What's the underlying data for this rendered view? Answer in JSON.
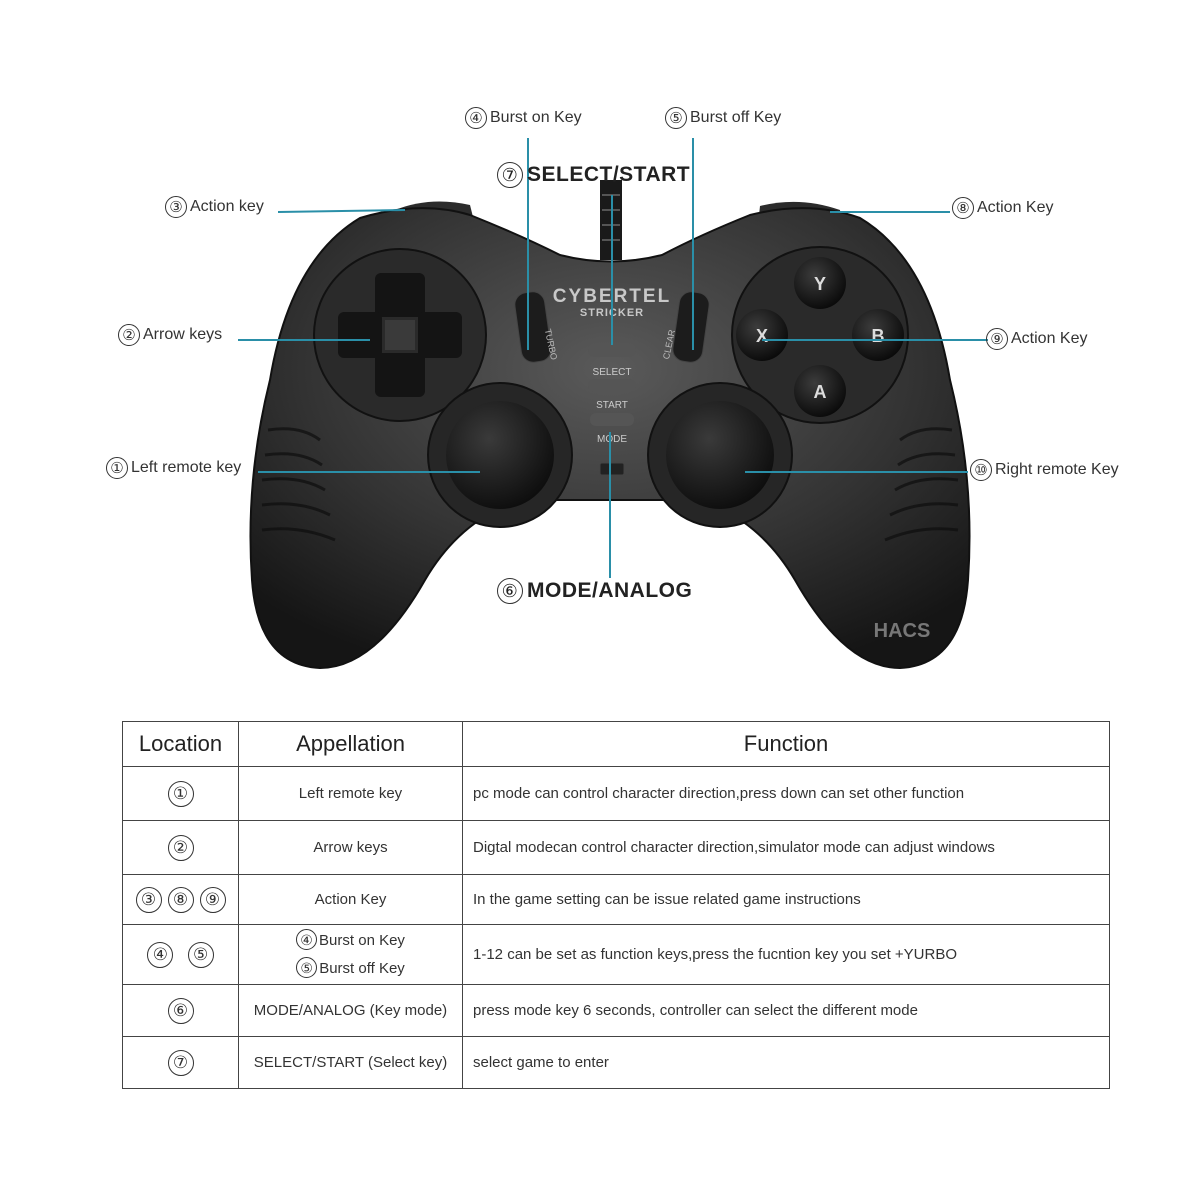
{
  "controller": {
    "brand": "CYBERTEL",
    "model": "STRICKER",
    "center_labels": {
      "select": "SELECT",
      "start": "START",
      "mode": "MODE"
    },
    "face_buttons": {
      "top": "Y",
      "left": "X",
      "right": "B",
      "bottom": "A"
    },
    "burst_labels": {
      "left": "TURBO",
      "right": "CLEAR"
    },
    "watermark": "HACS"
  },
  "callouts": [
    {
      "num": "④",
      "text": "Burst on Key"
    },
    {
      "num": "⑤",
      "text": "Burst off Key"
    },
    {
      "num": "⑦",
      "text": "SELECT/START"
    },
    {
      "num": "③",
      "text": "Action key"
    },
    {
      "num": "⑧",
      "text": "Action Key"
    },
    {
      "num": "②",
      "text": "Arrow keys"
    },
    {
      "num": "⑨",
      "text": "Action Key"
    },
    {
      "num": "①",
      "text": "Left remote key"
    },
    {
      "num": "⑩",
      "text": "Right remote Key"
    },
    {
      "num": "⑥",
      "text": "MODE/ANALOG"
    }
  ],
  "table": {
    "headers": {
      "location": "Location",
      "appellation": "Appellation",
      "function": "Function"
    },
    "rows": [
      {
        "loc": [
          "①"
        ],
        "name": "Left remote key",
        "func": "pc mode can control character direction,press down can set other function"
      },
      {
        "loc": [
          "②"
        ],
        "name": "Arrow keys",
        "func": "Digtal modecan control character direction,simulator mode can adjust windows"
      },
      {
        "loc": [
          "③",
          "⑧",
          "⑨"
        ],
        "name": "Action Key",
        "func": "In the game setting can be issue related game instructions"
      },
      {
        "loc": [
          "④",
          "⑤"
        ],
        "name_parts": [
          {
            "num": "④",
            "text": "Burst on Key"
          },
          {
            "num": "⑤",
            "text": "Burst off Key"
          }
        ],
        "func": "1-12 can be set as function keys,press the fucntion key you set +YURBO"
      },
      {
        "loc": [
          "⑥"
        ],
        "name": "MODE/ANALOG (Key mode)",
        "func": "press mode key 6 seconds, controller can select the different mode"
      },
      {
        "loc": [
          "⑦"
        ],
        "name": "SELECT/START (Select key)",
        "func": "select game to enter"
      }
    ]
  }
}
